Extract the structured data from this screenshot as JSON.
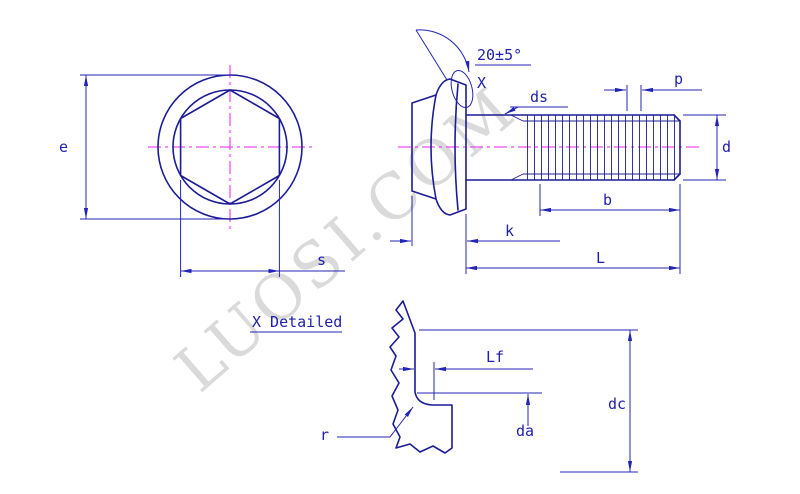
{
  "watermark": "LUOSI.COM",
  "colors": {
    "line": "#1c1c96",
    "dim": "#2424b4",
    "text": "#2020ac",
    "centerline": "#ee22ee",
    "watermark": "#dadada",
    "background": "#ffffff"
  },
  "front_view": {
    "dim_e": "e",
    "dim_s": "s"
  },
  "side_view": {
    "angle": "20±5°",
    "detail_marker": "X",
    "dim_ds": "ds",
    "dim_p": "p",
    "dim_d": "d",
    "dim_b": "b",
    "dim_k": "k",
    "dim_L": "L"
  },
  "detail_view": {
    "title": "X Detailed",
    "dim_Lf": "Lf",
    "dim_dc": "dc",
    "dim_da": "da",
    "dim_r": "r"
  }
}
